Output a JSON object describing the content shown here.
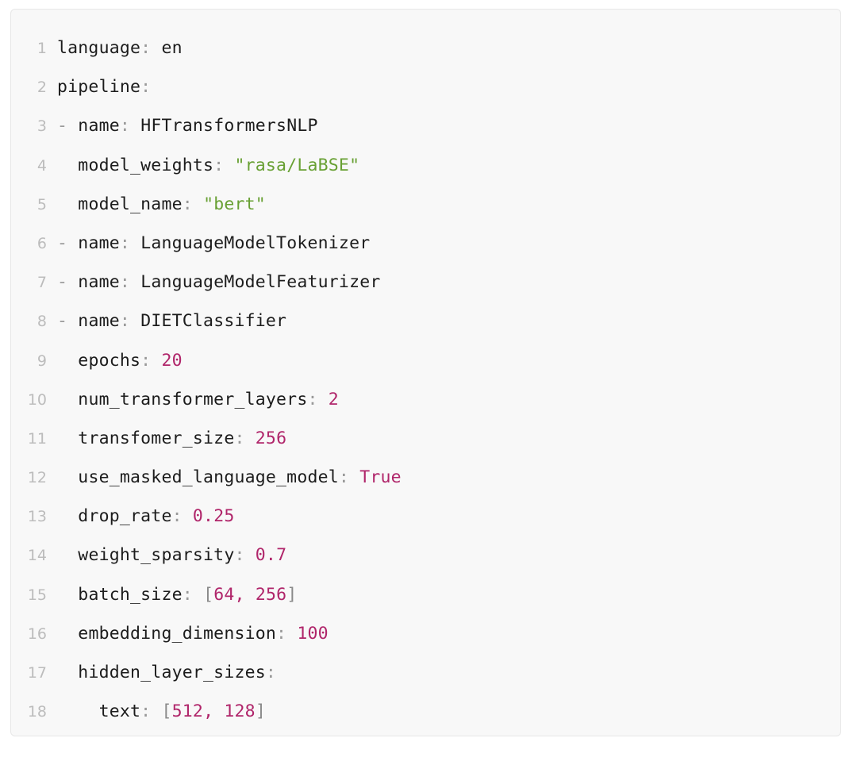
{
  "editor": {
    "language_mode": "yaml",
    "background_color": "#f8f8f8",
    "border_color": "#e7e7e7",
    "gutter_color": "#bcbcbc",
    "colors": {
      "key": "#1c1c1c",
      "punct": "#9a9a9a",
      "string": "#68a033",
      "number": "#b0256a",
      "boolean": "#b0256a",
      "bracket": "#8a8a8a",
      "plain": "#1c1c1c"
    },
    "lines": [
      {
        "number": "1",
        "indent": 0,
        "tokens": [
          {
            "t": "language",
            "c": "key"
          },
          {
            "t": ":",
            "c": "punct"
          },
          {
            "t": " ",
            "c": "plain"
          },
          {
            "t": "en",
            "c": "plain"
          }
        ]
      },
      {
        "number": "2",
        "indent": 0,
        "tokens": [
          {
            "t": "pipeline",
            "c": "key"
          },
          {
            "t": ":",
            "c": "punct"
          }
        ]
      },
      {
        "number": "3",
        "indent": 0,
        "tokens": [
          {
            "t": "- ",
            "c": "dash"
          },
          {
            "t": "name",
            "c": "key"
          },
          {
            "t": ":",
            "c": "punct"
          },
          {
            "t": " ",
            "c": "plain"
          },
          {
            "t": "HFTransformersNLP",
            "c": "plain"
          }
        ]
      },
      {
        "number": "4",
        "indent": 2,
        "tokens": [
          {
            "t": "model_weights",
            "c": "key"
          },
          {
            "t": ":",
            "c": "punct"
          },
          {
            "t": " ",
            "c": "plain"
          },
          {
            "t": "\"rasa/LaBSE\"",
            "c": "string"
          }
        ]
      },
      {
        "number": "5",
        "indent": 2,
        "tokens": [
          {
            "t": "model_name",
            "c": "key"
          },
          {
            "t": ":",
            "c": "punct"
          },
          {
            "t": " ",
            "c": "plain"
          },
          {
            "t": "\"bert\"",
            "c": "string"
          }
        ]
      },
      {
        "number": "6",
        "indent": 0,
        "tokens": [
          {
            "t": "- ",
            "c": "dash"
          },
          {
            "t": "name",
            "c": "key"
          },
          {
            "t": ":",
            "c": "punct"
          },
          {
            "t": " ",
            "c": "plain"
          },
          {
            "t": "LanguageModelTokenizer",
            "c": "plain"
          }
        ]
      },
      {
        "number": "7",
        "indent": 0,
        "tokens": [
          {
            "t": "- ",
            "c": "dash"
          },
          {
            "t": "name",
            "c": "key"
          },
          {
            "t": ":",
            "c": "punct"
          },
          {
            "t": " ",
            "c": "plain"
          },
          {
            "t": "LanguageModelFeaturizer",
            "c": "plain"
          }
        ]
      },
      {
        "number": "8",
        "indent": 0,
        "tokens": [
          {
            "t": "- ",
            "c": "dash"
          },
          {
            "t": "name",
            "c": "key"
          },
          {
            "t": ":",
            "c": "punct"
          },
          {
            "t": " ",
            "c": "plain"
          },
          {
            "t": "DIETClassifier",
            "c": "plain"
          }
        ]
      },
      {
        "number": "9",
        "indent": 2,
        "tokens": [
          {
            "t": "epochs",
            "c": "key"
          },
          {
            "t": ":",
            "c": "punct"
          },
          {
            "t": " ",
            "c": "plain"
          },
          {
            "t": "20",
            "c": "number"
          }
        ]
      },
      {
        "number": "10",
        "indent": 2,
        "tokens": [
          {
            "t": "num_transformer_layers",
            "c": "key"
          },
          {
            "t": ":",
            "c": "punct"
          },
          {
            "t": " ",
            "c": "plain"
          },
          {
            "t": "2",
            "c": "number"
          }
        ]
      },
      {
        "number": "11",
        "indent": 2,
        "tokens": [
          {
            "t": "transfomer_size",
            "c": "key"
          },
          {
            "t": ":",
            "c": "punct"
          },
          {
            "t": " ",
            "c": "plain"
          },
          {
            "t": "256",
            "c": "number"
          }
        ]
      },
      {
        "number": "12",
        "indent": 2,
        "tokens": [
          {
            "t": "use_masked_language_model",
            "c": "key"
          },
          {
            "t": ":",
            "c": "punct"
          },
          {
            "t": " ",
            "c": "plain"
          },
          {
            "t": "True",
            "c": "bool"
          }
        ]
      },
      {
        "number": "13",
        "indent": 2,
        "tokens": [
          {
            "t": "drop_rate",
            "c": "key"
          },
          {
            "t": ":",
            "c": "punct"
          },
          {
            "t": " ",
            "c": "plain"
          },
          {
            "t": "0.25",
            "c": "number"
          }
        ]
      },
      {
        "number": "14",
        "indent": 2,
        "tokens": [
          {
            "t": "weight_sparsity",
            "c": "key"
          },
          {
            "t": ":",
            "c": "punct"
          },
          {
            "t": " ",
            "c": "plain"
          },
          {
            "t": "0.7",
            "c": "number"
          }
        ]
      },
      {
        "number": "15",
        "indent": 2,
        "tokens": [
          {
            "t": "batch_size",
            "c": "key"
          },
          {
            "t": ":",
            "c": "punct"
          },
          {
            "t": " ",
            "c": "plain"
          },
          {
            "t": "[",
            "c": "bracket"
          },
          {
            "t": "64",
            "c": "number"
          },
          {
            "t": ",",
            "c": "comma"
          },
          {
            "t": " ",
            "c": "plain"
          },
          {
            "t": "256",
            "c": "number"
          },
          {
            "t": "]",
            "c": "bracket"
          }
        ]
      },
      {
        "number": "16",
        "indent": 2,
        "tokens": [
          {
            "t": "embedding_dimension",
            "c": "key"
          },
          {
            "t": ":",
            "c": "punct"
          },
          {
            "t": " ",
            "c": "plain"
          },
          {
            "t": "100",
            "c": "number"
          }
        ]
      },
      {
        "number": "17",
        "indent": 2,
        "tokens": [
          {
            "t": "hidden_layer_sizes",
            "c": "key"
          },
          {
            "t": ":",
            "c": "punct"
          }
        ]
      },
      {
        "number": "18",
        "indent": 4,
        "tokens": [
          {
            "t": "text",
            "c": "key"
          },
          {
            "t": ":",
            "c": "punct"
          },
          {
            "t": " ",
            "c": "plain"
          },
          {
            "t": "[",
            "c": "bracket"
          },
          {
            "t": "512",
            "c": "number"
          },
          {
            "t": ",",
            "c": "comma"
          },
          {
            "t": " ",
            "c": "plain"
          },
          {
            "t": "128",
            "c": "number"
          },
          {
            "t": "]",
            "c": "bracket"
          }
        ]
      }
    ]
  }
}
